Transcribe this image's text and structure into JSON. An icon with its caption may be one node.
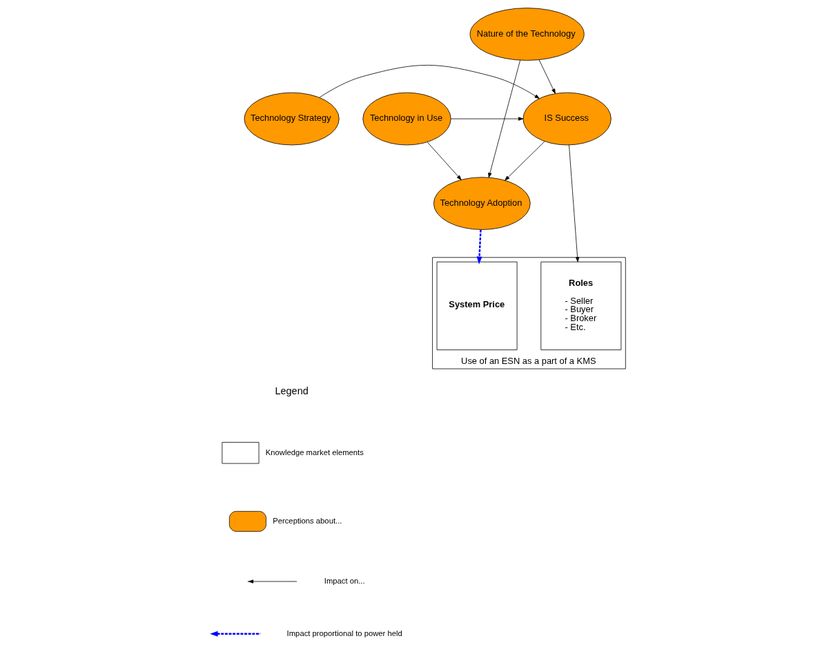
{
  "diagram": {
    "nodes": [
      {
        "text": [
          "Technology in Use"
        ]
      },
      {
        "text": [
          "IS Success"
        ]
      },
      {
        "text": [
          "Technology Strategy"
        ]
      },
      {
        "text": [
          "Nature of the Technology"
        ]
      },
      {
        "text": [
          "Technology Adoption"
        ]
      },
      {
        "text": [
          "Use of an ESN as a part of a KMS"
        ]
      },
      {
        "text": [
          "System Price"
        ],
        "in": 5
      },
      {
        "text": [
          "Roles",
          "- Seller - Buyer - Broker - Etc."
        ],
        "in": 5
      }
    ],
    "edges": [
      {
        "from": 0,
        "to": 1,
        "arrow": "to"
      },
      {
        "from": 2,
        "to": 1,
        "arrow": "to"
      },
      {
        "from": 3,
        "to": 1,
        "arrow": "to"
      },
      {
        "from": 0,
        "to": 4,
        "arrow": "to"
      },
      {
        "from": 3,
        "to": 4,
        "arrow": "to"
      },
      {
        "from": 1,
        "to": 4,
        "arrow": "to"
      },
      {
        "from": 4,
        "to": 6,
        "arrow": "to",
        "style": "dashed",
        "color": "#0000ff"
      },
      {
        "from": 1,
        "to": 7,
        "arrow": "to"
      }
    ],
    "labels": [
      "Legend"
    ],
    "legend": [
      {
        "text": "Knowledge market elements"
      },
      {
        "text": "Perceptions about..."
      },
      {
        "text": "Impact on..."
      },
      {
        "text": "Impact proportional to power held"
      }
    ]
  }
}
